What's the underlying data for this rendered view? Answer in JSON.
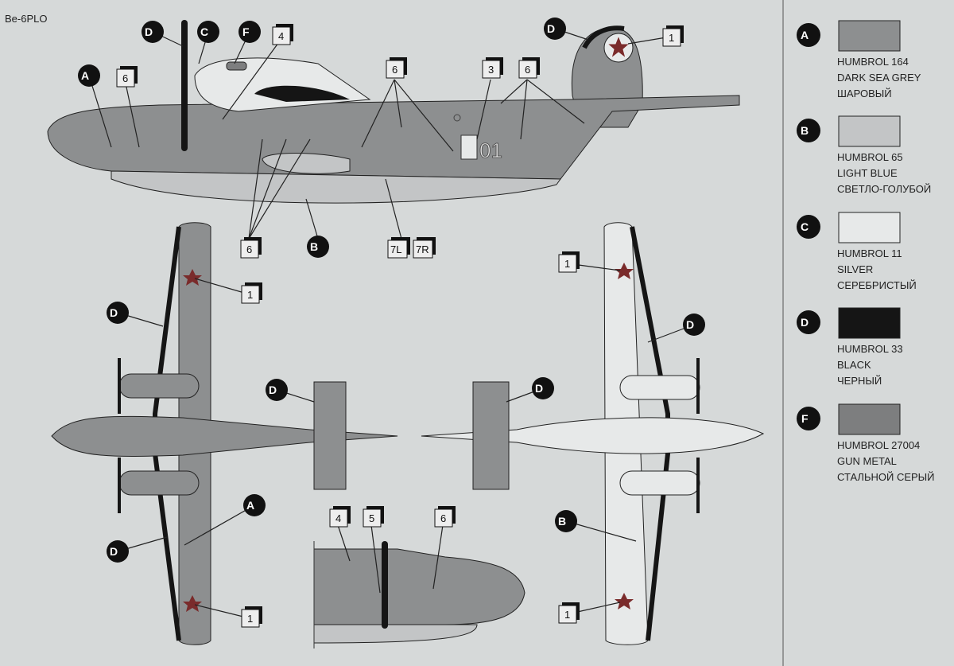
{
  "title": "Be-6PLO",
  "colors": {
    "A": "#8d8f90",
    "B": "#c3c5c6",
    "C": "#e7e9e9",
    "D": "#151515",
    "F": "#7d7e7f",
    "background": "#d6d9d9"
  },
  "paint_codes": {
    "A": "A",
    "B": "B",
    "C": "C",
    "D": "D",
    "F": "F"
  },
  "decals": {
    "d1": "1",
    "d3": "3",
    "d4": "4",
    "d5": "5",
    "d6": "6",
    "d7l": "7L",
    "d7r": "7R"
  },
  "side_number": "01",
  "legend": [
    {
      "code": "A",
      "line1": "HUMBROL 164",
      "line2": "DARK SEA GREY",
      "line3": "ШАРОВЫЙ"
    },
    {
      "code": "B",
      "line1": "HUMBROL 65",
      "line2": "LIGHT BLUE",
      "line3": "СВЕТЛО-ГОЛУБОЙ"
    },
    {
      "code": "C",
      "line1": "HUMBROL 11",
      "line2": "SILVER",
      "line3": "СЕРЕБРИСТЫЙ"
    },
    {
      "code": "D",
      "line1": "HUMBROL 33",
      "line2": "BLACK",
      "line3": "ЧЕРНЫЙ"
    },
    {
      "code": "F",
      "line1": "HUMBROL 27004",
      "line2": "GUN METAL",
      "line3": "СТАЛЬНОЙ СЕРЫЙ"
    }
  ]
}
